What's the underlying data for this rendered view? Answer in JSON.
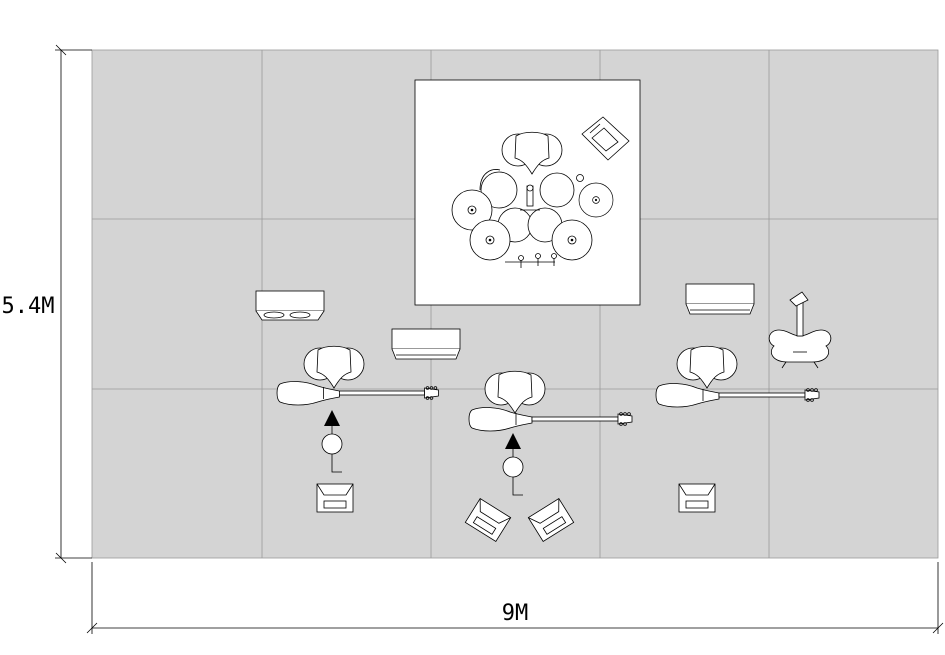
{
  "dimensions": {
    "width_label": "9M",
    "height_label": "5.4M"
  },
  "stage": {
    "floor_color": "#d4d4d4",
    "riser_color": "#ffffff",
    "line_color": "#000000",
    "grid_color": "#9a9a9a"
  },
  "equipment": [
    {
      "name": "drum-kit",
      "icon": "drum-kit-icon"
    },
    {
      "name": "drum-monitor-wedge",
      "icon": "monitor-wedge-icon"
    },
    {
      "name": "left-guitar-amp",
      "icon": "amplifier-icon"
    },
    {
      "name": "center-bass-amp",
      "icon": "amplifier-icon"
    },
    {
      "name": "right-guitar-amp",
      "icon": "amplifier-icon"
    },
    {
      "name": "left-vocalist",
      "icon": "performer-icon"
    },
    {
      "name": "center-bassist",
      "icon": "performer-icon"
    },
    {
      "name": "right-guitarist",
      "icon": "performer-icon"
    },
    {
      "name": "left-guitar",
      "icon": "guitar-icon"
    },
    {
      "name": "center-bass-guitar",
      "icon": "bass-guitar-icon"
    },
    {
      "name": "right-guitar",
      "icon": "guitar-icon"
    },
    {
      "name": "spare-guitar-on-stand",
      "icon": "guitar-stand-icon"
    },
    {
      "name": "left-vocal-mic",
      "icon": "microphone-stand-icon"
    },
    {
      "name": "center-vocal-mic",
      "icon": "microphone-stand-icon"
    },
    {
      "name": "left-floor-monitor",
      "icon": "monitor-wedge-icon"
    },
    {
      "name": "center-floor-monitor-left",
      "icon": "monitor-wedge-icon"
    },
    {
      "name": "center-floor-monitor-right",
      "icon": "monitor-wedge-icon"
    },
    {
      "name": "right-floor-monitor",
      "icon": "monitor-wedge-icon"
    }
  ]
}
